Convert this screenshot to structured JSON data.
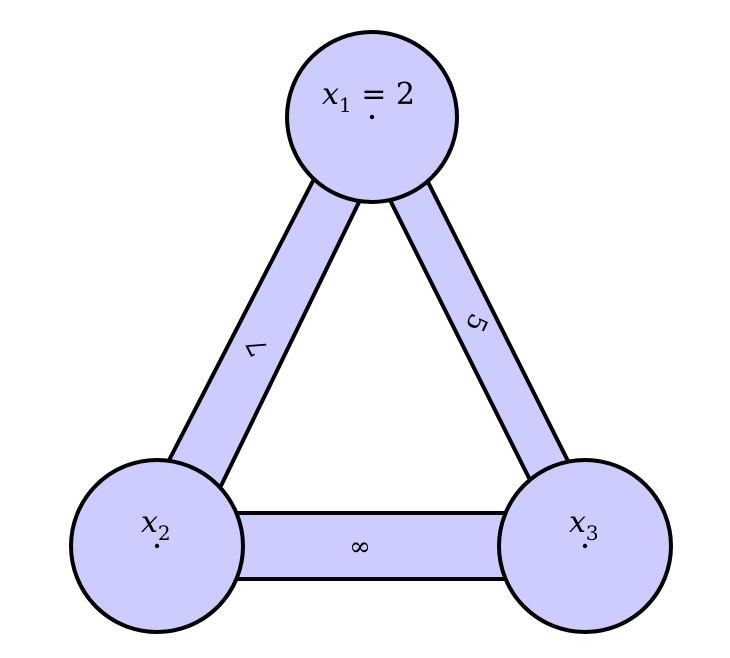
{
  "colors": {
    "fill": "#ccccff",
    "stroke": "#000000",
    "background": "#ffffff"
  },
  "nodes": [
    {
      "id": "x1",
      "var": "x",
      "sub": "1",
      "suffix": " = 2"
    },
    {
      "id": "x2",
      "var": "x",
      "sub": "2",
      "suffix": ""
    },
    {
      "id": "x3",
      "var": "x",
      "sub": "3",
      "suffix": ""
    }
  ],
  "edges": [
    {
      "from": "x1",
      "to": "x2",
      "label": "7"
    },
    {
      "from": "x1",
      "to": "x3",
      "label": "5"
    },
    {
      "from": "x2",
      "to": "x3",
      "label": "∞"
    }
  ]
}
